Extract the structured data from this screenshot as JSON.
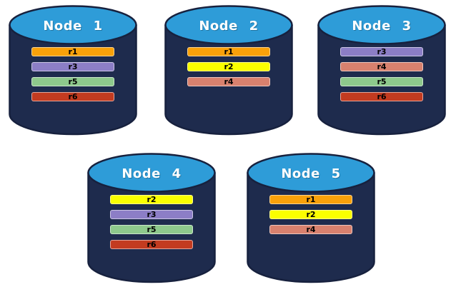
{
  "diagram": {
    "description": "Five database nodes with replica placement",
    "colors": {
      "background": "#FFFFFF",
      "cylinder_body": "#1E2B4D",
      "cylinder_top": "#2E9CD8",
      "cylinder_outline": "#17213E",
      "title_text": "#FFFFFF",
      "bar_text": "#000000"
    },
    "replica_colors": {
      "r1": "#F9A10A",
      "r2": "#FAFF00",
      "r3": "#8C7EC6",
      "r4": "#D8816E",
      "r5": "#8EC98C",
      "r6": "#C33B20"
    },
    "nodes": [
      {
        "label": "Node 1",
        "replicas": [
          "r1",
          "r3",
          "r5",
          "r6"
        ]
      },
      {
        "label": "Node 2",
        "replicas": [
          "r1",
          "r2",
          "r4"
        ]
      },
      {
        "label": "Node 3",
        "replicas": [
          "r3",
          "r4",
          "r5",
          "r6"
        ]
      },
      {
        "label": "Node 4",
        "replicas": [
          "r2",
          "r3",
          "r5",
          "r6"
        ]
      },
      {
        "label": "Node 5",
        "replicas": [
          "r1",
          "r2",
          "r4"
        ]
      }
    ]
  }
}
